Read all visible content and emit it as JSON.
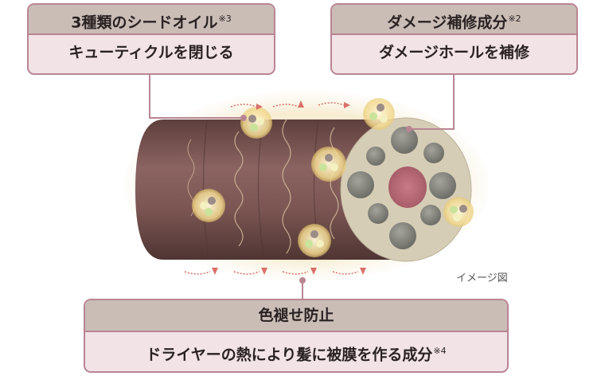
{
  "callouts": [
    {
      "title": "3種類のシードオイル",
      "note": "※3",
      "body": "キューティクルを閉じる"
    },
    {
      "title": "ダメージ補修成分",
      "note": "※2",
      "body": "ダメージホールを補修"
    },
    {
      "title": "色褪せ防止",
      "note": "",
      "body": "ドライヤーの熱により髪に被膜を作る成分",
      "body_note": "※4"
    }
  ],
  "caption": "イメージ図",
  "colors": {
    "hair": "#7a5552",
    "hair_dark": "#5e3f3d",
    "glow": "#f7edd3",
    "cross_section": "#d6cdb6",
    "damage_hole": "#8a8a82",
    "medulla": "#c97b86",
    "box_border": "#b98593",
    "box_head": "#c9bdb6",
    "box_body": "#f1e3e6",
    "arrow": "#d9706a"
  }
}
